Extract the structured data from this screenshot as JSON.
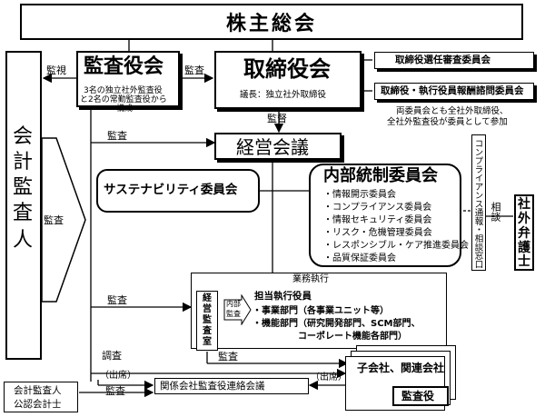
{
  "shareholders_meeting": "株主総会",
  "auditors_board": {
    "title": "監査役会",
    "note_line1": "3名の独立社外監査役",
    "note_line2": "と2名の常勤監査役から",
    "note_line3": "構成"
  },
  "board": {
    "title": "取締役会",
    "chair": "議長：独立社外取締役"
  },
  "committee_nomination": "取締役選任審査委員会",
  "committee_compensation": "取締役・執行役員報酬諮問委員会",
  "committee_note_line1": "両委員会とも全社外取締役、",
  "committee_note_line2": "全社外監査役が委員として参加",
  "management_meeting": "経営会議",
  "accounting_auditor": [
    "会",
    "計",
    "監",
    "査",
    "人"
  ],
  "sustainability_committee": "サステナビリティ委員会",
  "internal_control": {
    "title": "内部統制委員会",
    "items": [
      "・情報開示委員会",
      "・コンプライアンス委員会",
      "・情報セキュリティ委員会",
      "・リスク・危機管理委員会",
      "・レスポンシブル・ケア推進委員会",
      "・品質保証委員会"
    ]
  },
  "compliance_desk": "コンプライアンス通報・相談窓口",
  "outside_lawyer": [
    "社",
    "外",
    "弁",
    "護",
    "士"
  ],
  "business_execution": {
    "title": "業務執行",
    "audit_office": [
      "経",
      "営",
      "監",
      "査",
      "室"
    ],
    "internal_audit_line1": "内部",
    "internal_audit_line2": "監査",
    "officer": "担当執行役員",
    "line1": "・事業部門（各事業ユニット等）",
    "line2": "・機能部門（研究開発部門、SCM部門、",
    "line3": "　　　　　コーポレート機能各部門）"
  },
  "subsidiaries": "子会社、関連会社",
  "sub_auditors": "監査役",
  "affiliate_auditor_meeting": "関係会社監査役連絡会議",
  "cpa_line1": "会計監査人",
  "cpa_line2": "公認会計士",
  "labels": {
    "kansa": "監査",
    "kanshi": "監視",
    "kantoku": "監督",
    "chosa": "調査",
    "shusseki": "（出席）",
    "sodan": "相談"
  }
}
